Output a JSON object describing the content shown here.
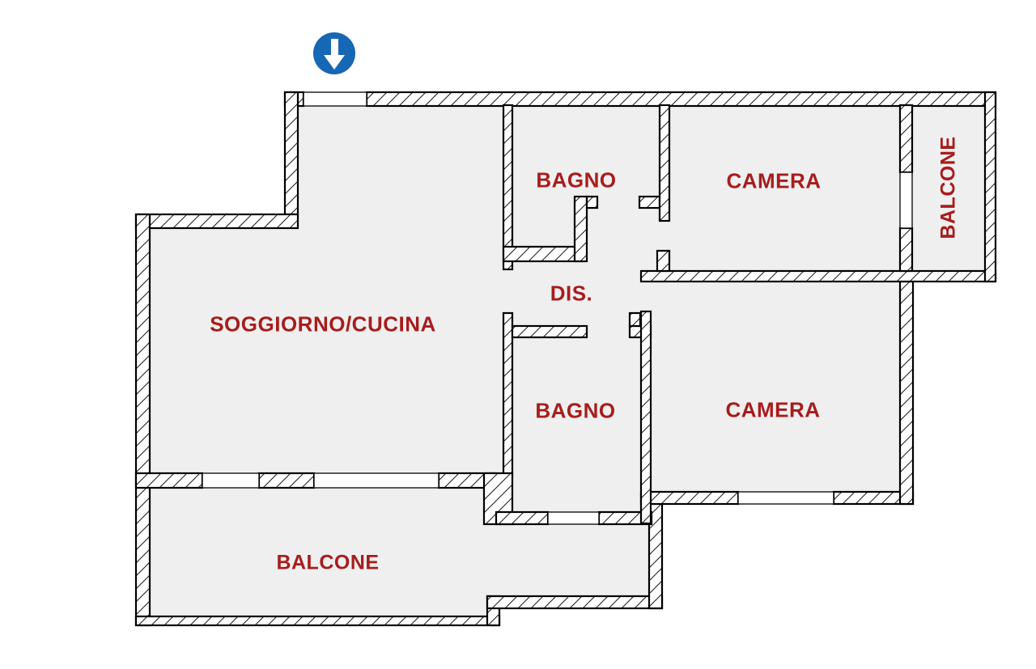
{
  "plan": {
    "type": "apartment-floor-plan",
    "language": "it"
  },
  "rooms": [
    {
      "id": "soggiorno-cucina",
      "label": "SOGGIORNO/CUCINA"
    },
    {
      "id": "bagno-top",
      "label": "BAGNO"
    },
    {
      "id": "camera-top",
      "label": "CAMERA"
    },
    {
      "id": "balcone-right",
      "label": "BALCONE"
    },
    {
      "id": "dis",
      "label": "DIS."
    },
    {
      "id": "bagno-bottom",
      "label": "BAGNO"
    },
    {
      "id": "camera-bottom",
      "label": "CAMERA"
    },
    {
      "id": "balcone-bottom",
      "label": "BALCONE"
    }
  ],
  "icons": {
    "entrance": "down-arrow-in-blue-circle"
  },
  "colors": {
    "label": "#a81c1c",
    "arrow_blue": "#1667b4",
    "floor": "#efefef",
    "wall_outline": "#000000"
  }
}
